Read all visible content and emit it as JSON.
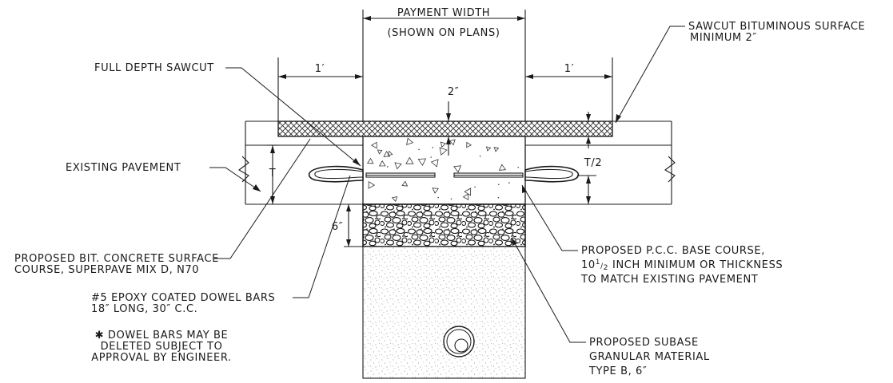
{
  "dimensions": {
    "payment_width": "PAYMENT WIDTH",
    "payment_width_note": "(SHOWN ON PLANS)",
    "left_offset": "1′",
    "right_offset": "1′",
    "surface_thickness": "2″",
    "existing_thickness": "T",
    "half_thickness": "T/2",
    "subbase_thickness": "6″"
  },
  "callouts": {
    "sawcut_bituminous_line1": "SAWCUT BITUMINOUS SURFACE",
    "sawcut_bituminous_line2": "MINIMUM 2″",
    "full_depth_sawcut": "FULL DEPTH SAWCUT",
    "existing_pavement": "EXISTING PAVEMENT",
    "bit_surface_line1": "PROPOSED BIT. CONCRETE SURFACE",
    "bit_surface_line2": "COURSE, SUPERPAVE MIX D, N70",
    "dowel_line1": "#5 EPOXY COATED DOWEL BARS",
    "dowel_line2": "18″ LONG, 30″ C.C.",
    "note_line1": "✱ DOWEL BARS MAY BE",
    "note_line2": "DELETED SUBJECT TO",
    "note_line3": "APPROVAL BY ENGINEER.",
    "pcc_line1": "PROPOSED P.C.C. BASE COURSE,",
    "pcc_line2_a": "10",
    "pcc_line2_b": "1",
    "pcc_line2_c": "2",
    "pcc_line2_d": "INCH  MINIMUM OR THICKNESS",
    "pcc_line3": "TO MATCH EXISTING PAVEMENT",
    "subbase_line1": "PROPOSED SUBASE",
    "subbase_line2": "GRANULAR MATERIAL",
    "subbase_line3": "TYPE B, 6″"
  }
}
